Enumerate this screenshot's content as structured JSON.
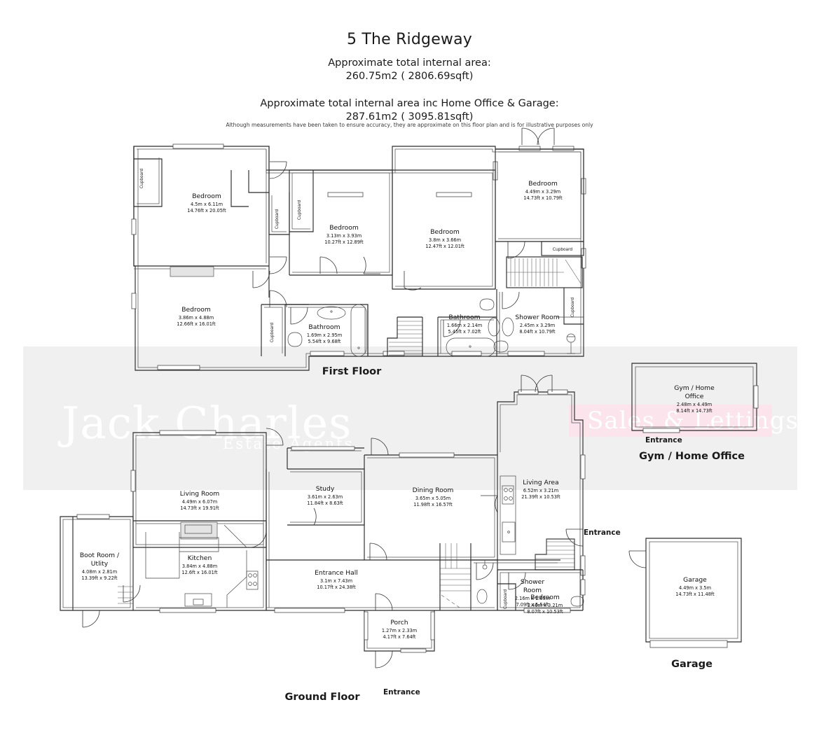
{
  "header": {
    "title": "5 The Ridgeway",
    "area_label": "Approximate total internal area:",
    "area_value": "260.75m2 ( 2806.69sqft)",
    "area_inc_label": "Approximate total internal area inc Home Office & Garage:",
    "area_inc_value": "287.61m2 ( 3095.81sqft)",
    "disclaimer": "Although measurements have been taken to ensure accuracy, they are approximate on this floor plan and is for illustrative purposes only"
  },
  "watermark": {
    "brand": "Jack Charles",
    "tagline": "Estate Agents",
    "services": "Sales & Lettings",
    "band_grey": "#f0f0f0",
    "band_pink": "#fbe4ec"
  },
  "captions": {
    "first_floor": "First Floor",
    "ground_floor": "Ground Floor",
    "gym": "Gym / Home Office",
    "garage": "Garage"
  },
  "entrances": {
    "living_area": "Entrance",
    "porch": "Entrance",
    "gym": "Entrance"
  },
  "cupboard_label": "Cupboard",
  "first_floor": {
    "rooms": [
      {
        "name": "Bedroom",
        "metric": "4.5m x 6.11m",
        "imperial": "14.76ft x 20.05ft"
      },
      {
        "name": "Bedroom",
        "metric": "3.86m x 4.88m",
        "imperial": "12.66ft x 16.01ft"
      },
      {
        "name": "Bedroom",
        "metric": "3.13m x 3.93m",
        "imperial": "10.27ft x 12.89ft"
      },
      {
        "name": "Bedroom",
        "metric": "3.8m x 3.66m",
        "imperial": "12.47ft x 12.01ft"
      },
      {
        "name": "Bedroom",
        "metric": "4.49m x 3.29m",
        "imperial": "14.73ft x 10.79ft"
      },
      {
        "name": "Bathroom",
        "metric": "1.69m x 2.95m",
        "imperial": "5.54ft x 9.68ft"
      },
      {
        "name": "Bathroom",
        "metric": "1.66m x 2.14m",
        "imperial": "5.45ft x 7.02ft"
      },
      {
        "name": "Shower Room",
        "metric": "2.45m x 3.29m",
        "imperial": "8.04ft x 10.79ft"
      }
    ]
  },
  "ground_floor": {
    "rooms": [
      {
        "name": "Living Room",
        "metric": "4.49m x 6.07m",
        "imperial": "14.73ft x 19.91ft"
      },
      {
        "name": "Boot Room /",
        "name2": "Utlity",
        "metric": "4.08m x 2.81m",
        "imperial": "13.39ft x 9.22ft"
      },
      {
        "name": "Kitchen",
        "metric": "3.84m x 4.88m",
        "imperial": "12.6ft x 16.01ft"
      },
      {
        "name": "Study",
        "metric": "3.61m x 2.63m",
        "imperial": "11.84ft x 8.63ft"
      },
      {
        "name": "Dining Room",
        "metric": "3.65m x 5.05m",
        "imperial": "11.98ft x 16.57ft"
      },
      {
        "name": "Entrance Hall",
        "metric": "3.1m x 7.43m",
        "imperial": "10.17ft x 24.38ft"
      },
      {
        "name": "Porch",
        "metric": "1.27m x 2.33m",
        "imperial": "4.17ft x 7.64ft"
      },
      {
        "name": "Living Area",
        "metric": "6.52m x 3.21m",
        "imperial": "21.39ft x 10.53ft"
      },
      {
        "name": "Shower",
        "name2": "Room",
        "metric": "2.16m x 1.69m",
        "imperial": "7.09ft x 5.54ft"
      },
      {
        "name": "Bedroom",
        "metric": "2.46m x 3.21m",
        "imperial": "8.07ft x 10.53ft"
      }
    ]
  },
  "outbuildings": {
    "gym": {
      "name": "Gym / Home",
      "name2": "Office",
      "metric": "2.48m x 4.49m",
      "imperial": "8.14ft x 14.73ft"
    },
    "garage": {
      "name": "Garage",
      "metric": "4.49m x 3.5m",
      "imperial": "14.73ft x 11.48ft"
    }
  }
}
